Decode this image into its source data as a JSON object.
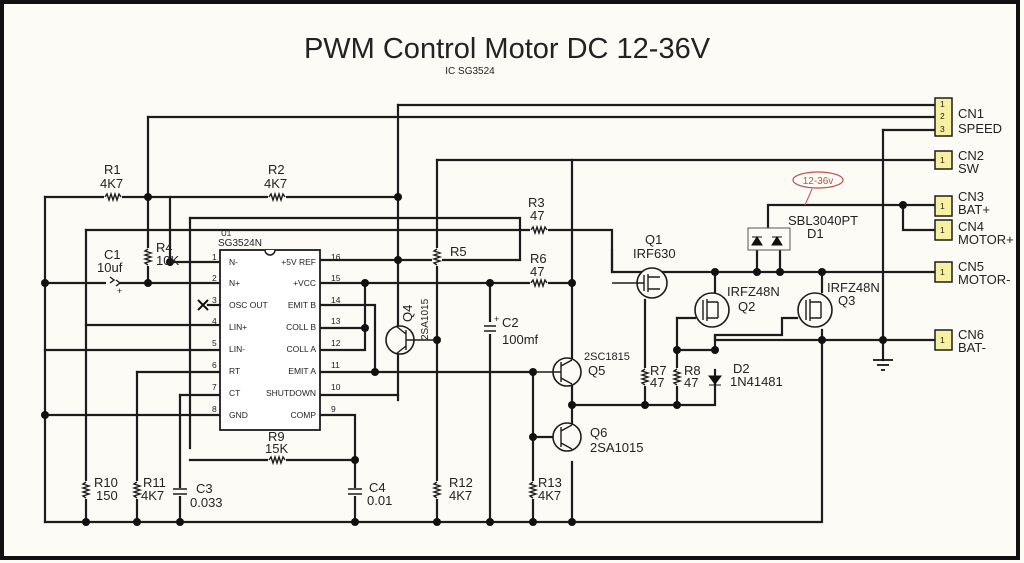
{
  "title": "PWM Control Motor DC 12-36V",
  "subtitle": "IC SG3524",
  "ic": {
    "ref": "U1",
    "part": "SG3524N",
    "left_pins": [
      {
        "num": "1",
        "name": "N-"
      },
      {
        "num": "2",
        "name": "N+"
      },
      {
        "num": "3",
        "name": "OSC OUT"
      },
      {
        "num": "4",
        "name": "LIN+"
      },
      {
        "num": "5",
        "name": "LIN-"
      },
      {
        "num": "6",
        "name": "RT"
      },
      {
        "num": "7",
        "name": "CT"
      },
      {
        "num": "8",
        "name": "GND"
      }
    ],
    "right_pins": [
      {
        "num": "16",
        "name": "+5V REF"
      },
      {
        "num": "15",
        "name": "+VCC"
      },
      {
        "num": "14",
        "name": "EMIT B"
      },
      {
        "num": "13",
        "name": "COLL B"
      },
      {
        "num": "12",
        "name": "COLL A"
      },
      {
        "num": "11",
        "name": "EMIT A"
      },
      {
        "num": "10",
        "name": "SHUTDOWN"
      },
      {
        "num": "9",
        "name": "COMP"
      }
    ]
  },
  "components": {
    "R1": {
      "ref": "R1",
      "value": "4K7"
    },
    "R2": {
      "ref": "R2",
      "value": "4K7"
    },
    "R3": {
      "ref": "R3",
      "value": "47"
    },
    "R4": {
      "ref": "R4",
      "value": "10K"
    },
    "R5": {
      "ref": "R5",
      "value": ""
    },
    "R6": {
      "ref": "R6",
      "value": "47"
    },
    "R7": {
      "ref": "R7",
      "value": "47"
    },
    "R8": {
      "ref": "R8",
      "value": "47"
    },
    "R9": {
      "ref": "R9",
      "value": "15K"
    },
    "R10": {
      "ref": "R10",
      "value": "150"
    },
    "R11": {
      "ref": "R11",
      "value": "4K7"
    },
    "R12": {
      "ref": "R12",
      "value": "4K7"
    },
    "R13": {
      "ref": "R13",
      "value": "4K7"
    },
    "C1": {
      "ref": "C1",
      "value": "10uf"
    },
    "C2": {
      "ref": "C2",
      "value": "100mf"
    },
    "C3": {
      "ref": "C3",
      "value": "0.033"
    },
    "C4": {
      "ref": "C4",
      "value": "0.01"
    },
    "Q1": {
      "ref": "Q1",
      "value": "IRF630"
    },
    "Q2": {
      "ref": "Q2",
      "value": "IRFZ48N"
    },
    "Q3": {
      "ref": "Q3",
      "value": "IRFZ48N"
    },
    "Q4": {
      "ref": "Q4",
      "value": "2SA1015"
    },
    "Q5": {
      "ref": "Q5",
      "value": "2SC1815"
    },
    "Q6": {
      "ref": "Q6",
      "value": "2SA1015"
    },
    "D1": {
      "ref": "D1",
      "value": "SBL3040PT"
    },
    "D2": {
      "ref": "D2",
      "value": "1N41481"
    }
  },
  "voltage_note": "12-36v",
  "connectors": [
    {
      "ref": "CN1",
      "name": "SPEED",
      "pins": [
        "1",
        "2",
        "3"
      ]
    },
    {
      "ref": "CN2",
      "name": "SW",
      "pins": [
        "1"
      ]
    },
    {
      "ref": "CN3",
      "name": "BAT+",
      "pins": [
        "1"
      ]
    },
    {
      "ref": "CN4",
      "name": "MOTOR+",
      "pins": [
        "1"
      ]
    },
    {
      "ref": "CN5",
      "name": "MOTOR-",
      "pins": [
        "1"
      ]
    },
    {
      "ref": "CN6",
      "name": "BAT-",
      "pins": [
        "1"
      ]
    }
  ],
  "colors": {
    "background": "#fdfbf6",
    "wire": "#1c1c1c",
    "connector_fill": "#f6f1a0",
    "note_outline": "#c0504d"
  }
}
